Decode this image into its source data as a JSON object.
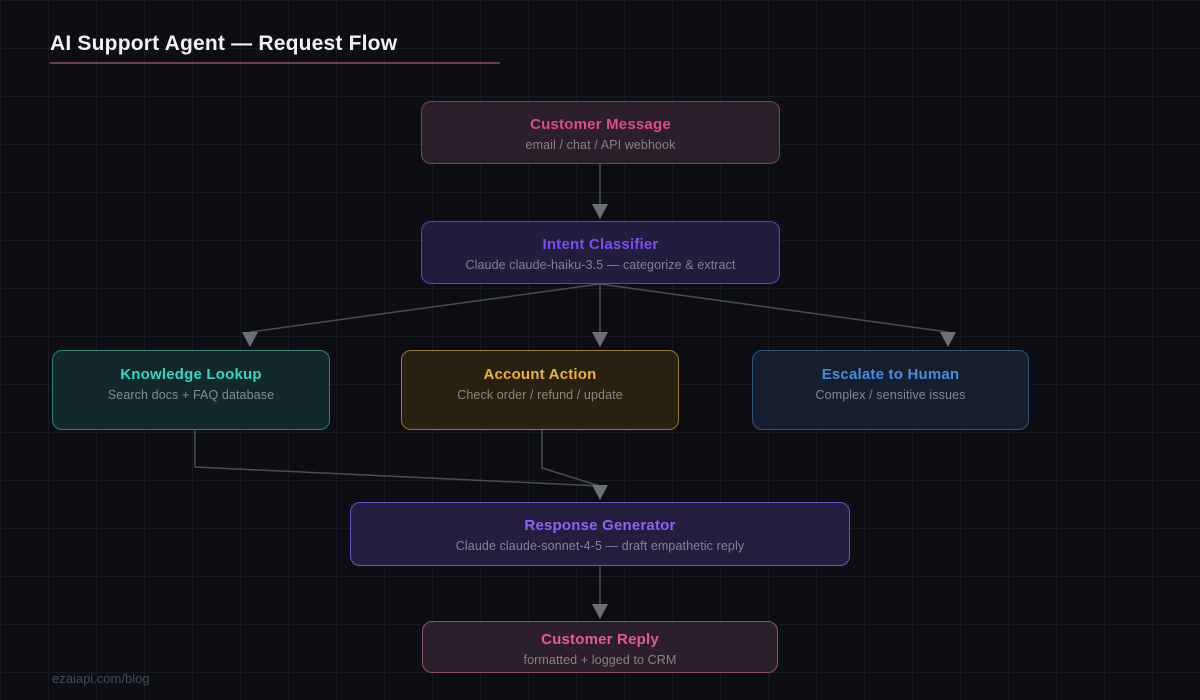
{
  "page": {
    "title": "AI Support Agent — Request Flow",
    "footer": "ezaiapi.com/blog"
  },
  "colors": {
    "background": "#0d0e14",
    "grid_line": "#171a23",
    "title_underline": "#6d3a57",
    "edge_line": "#4a4c55",
    "edge_arrow": "#6e7077"
  },
  "nodes": [
    {
      "id": "customer-message",
      "title": "Customer Message",
      "subtitle": "email / chat / API webhook",
      "title_color": "#de4b8c",
      "subtitle_color": "#8b7e88",
      "fill": "#2b1f2c",
      "border": "#74435f"
    },
    {
      "id": "intent-classifier",
      "title": "Intent Classifier",
      "subtitle": "Claude claude-haiku-3.5 — categorize & extract",
      "title_color": "#7b4df2",
      "subtitle_color": "#847f93",
      "fill": "#231d3d",
      "border": "#5a46b4"
    },
    {
      "id": "knowledge-lookup",
      "title": "Knowledge Lookup",
      "subtitle": "Search docs + FAQ database",
      "title_color": "#33d6c4",
      "subtitle_color": "#7c8f8c",
      "fill": "#13282a",
      "border": "#2d7f72"
    },
    {
      "id": "account-action",
      "title": "Account Action",
      "subtitle": "Check order / refund / update",
      "title_color": "#eab436",
      "subtitle_color": "#8d8679",
      "fill": "#282112",
      "border": "#95782e"
    },
    {
      "id": "escalate-to-human",
      "title": "Escalate to Human",
      "subtitle": "Complex / sensitive issues",
      "title_color": "#4a8be0",
      "subtitle_color": "#7e8794",
      "fill": "#151f2e",
      "border": "#2f5379"
    },
    {
      "id": "response-generator",
      "title": "Response Generator",
      "subtitle": "Claude claude-sonnet-4-5 — draft empathetic reply",
      "title_color": "#8e62f5",
      "subtitle_color": "#868096",
      "fill": "#241d3e",
      "border": "#6950cd"
    },
    {
      "id": "customer-reply",
      "title": "Customer Reply",
      "subtitle": "formatted + logged to CRM",
      "title_color": "#e2589a",
      "subtitle_color": "#8a7e88",
      "fill": "#2c1f2c",
      "border": "#92486f"
    }
  ]
}
